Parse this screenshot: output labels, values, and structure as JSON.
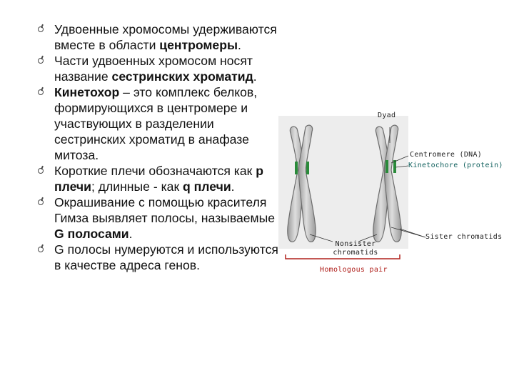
{
  "bullets": [
    {
      "pre": "Удвоенные хромосомы удерживаются вместе в области ",
      "bold": "центромеры",
      "post": ".",
      "bold2": "",
      "post2": ""
    },
    {
      "pre": "Части удвоенных хромосом носят название ",
      "bold": "сестринских хроматид",
      "post": ".",
      "bold2": "",
      "post2": ""
    },
    {
      "pre": "",
      "bold": "Кинетохор",
      "post": " – это комплекс белков, формирующихся в центромере и участвующих в разделении сестринских хроматид в анафазе митоза.",
      "bold2": "",
      "post2": ""
    },
    {
      "pre": "Короткие плечи обозначаются как ",
      "bold": "р плечи",
      "post": "; длинные - как ",
      "bold2": "q плечи",
      "post2": "."
    },
    {
      "pre": "Окрашивание с помощью красителя Гимза выявляет полосы, называемые ",
      "bold": "G полосами",
      "post": ".",
      "bold2": "",
      "post2": ""
    },
    {
      "pre": "G полосы нумеруются и используются в качестве адреса генов.",
      "bold": "",
      "post": "",
      "bold2": "",
      "post2": ""
    }
  ],
  "diagram": {
    "dyad": "Dyad",
    "centromere": "Centromere (DNA)",
    "kinetochore": "Kinetochore (protein)",
    "sister": "Sister chromatids",
    "nonsister": "Nonsister chromatids",
    "homologous": "Homologous pair"
  },
  "colors": {
    "bracket": "#b0201c",
    "kinetochore": "#2a8a3a",
    "chromosome": "#c4c4c4"
  }
}
